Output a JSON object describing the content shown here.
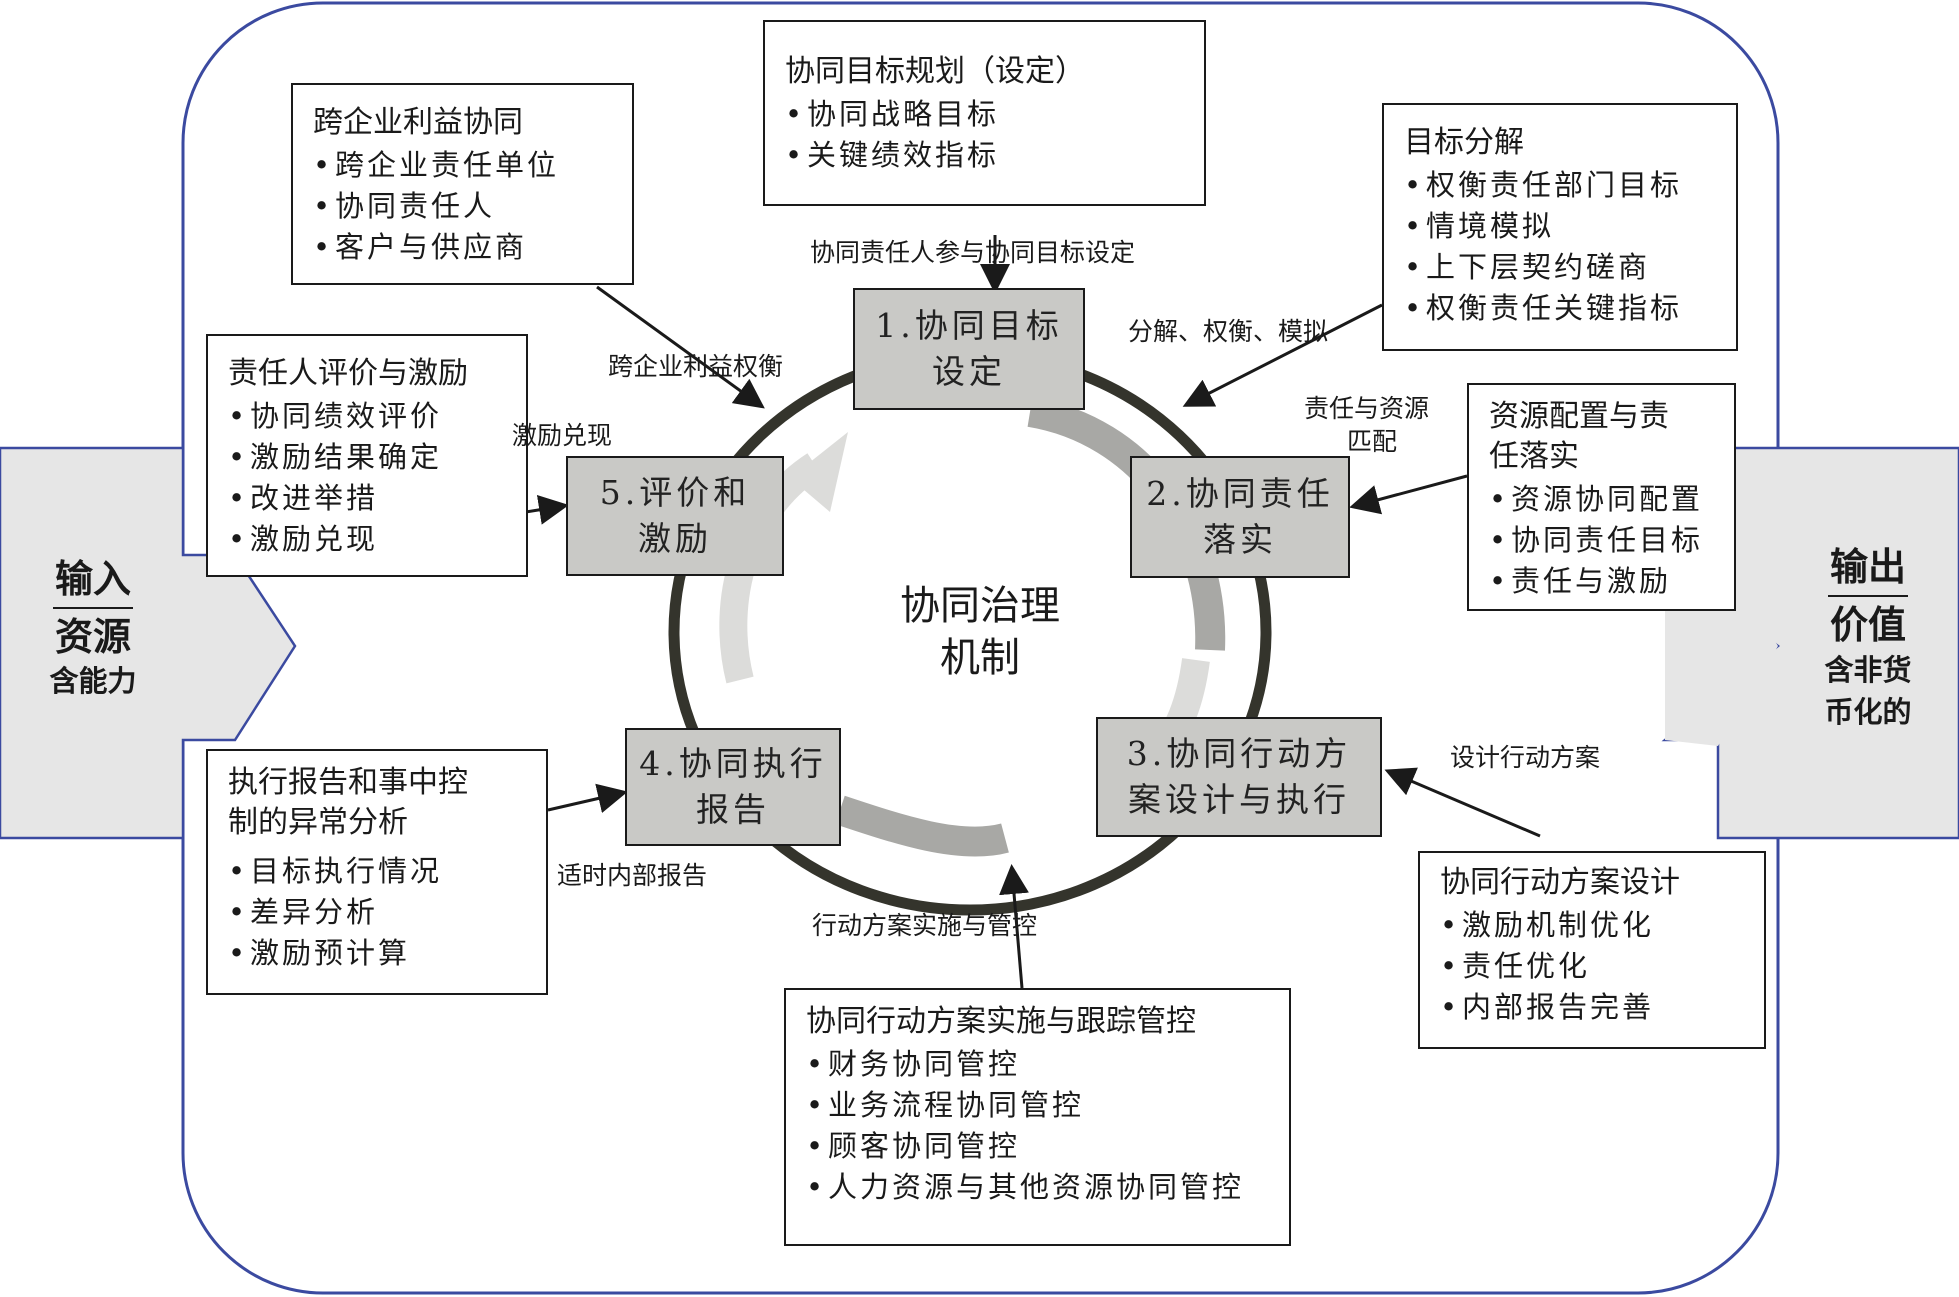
{
  "center": {
    "line1": "协同治理",
    "line2": "机制"
  },
  "input": {
    "line1": "输入",
    "line2": "资源",
    "sub": "含能力"
  },
  "output": {
    "line1": "输出",
    "line2": "价值",
    "sub1": "含非货",
    "sub2": "币化的"
  },
  "steps": [
    {
      "line1": "1.协同目标",
      "line2": "设定"
    },
    {
      "line1": "2.协同责任",
      "line2": "落实"
    },
    {
      "line1": "3.协同行动方",
      "line2": "案设计与执行"
    },
    {
      "line1": "4.协同执行",
      "line2": "报告"
    },
    {
      "line1": "5.评价和",
      "line2": "激励"
    }
  ],
  "boxes": {
    "goal_planning": {
      "title": "协同目标规划（设定）",
      "items": [
        "协同战略目标",
        "关键绩效指标"
      ]
    },
    "cross_enterprise": {
      "title": "跨企业利益协同",
      "items": [
        "跨企业责任单位",
        "协同责任人",
        "客户与供应商"
      ]
    },
    "goal_decomposition": {
      "title": "目标分解",
      "items": [
        "权衡责任部门目标",
        "情境模拟",
        "上下层契约磋商",
        "权衡责任关键指标"
      ]
    },
    "evaluation_incentive": {
      "title": "责任人评价与激励",
      "items": [
        "协同绩效评价",
        "激励结果确定",
        "改进举措",
        "激励兑现"
      ]
    },
    "resource_allocation": {
      "title_line1": "资源配置与责",
      "title_line2": "任落实",
      "items": [
        "资源协同配置",
        "协同责任目标",
        "责任与激励"
      ]
    },
    "execution_report": {
      "title_line1": "执行报告和事中控",
      "title_line2": "制的异常分析",
      "items": [
        "目标执行情况",
        "差异分析",
        "激励预计算"
      ]
    },
    "action_design": {
      "title": "协同行动方案设计",
      "items": [
        "激励机制优化",
        "责任优化",
        "内部报告完善"
      ]
    },
    "action_implementation": {
      "title": "协同行动方案实施与跟踪管控",
      "items": [
        "财务协同管控",
        "业务流程协同管控",
        "顾客协同管控",
        "人力资源与其他资源协同管控"
      ]
    }
  },
  "labels": {
    "participate": "协同责任人参与协同目标设定",
    "decompose": "分解、权衡、模拟",
    "cross_balance": "跨企业利益权衡",
    "incentive_cash": "激励兑现",
    "match_line1": "责任与资源",
    "match_line2": "匹配",
    "design_plan": "设计行动方案",
    "timely_report": "适时内部报告",
    "implement_control": "行动方案实施与管控"
  },
  "colors": {
    "ink": "#1a1a1a",
    "step_fill": "#c9c9c6",
    "side_arrow_fill": "#e6e6e6",
    "side_arrow_stroke": "#3b4aa0",
    "ring": "#34342c",
    "inner_arrow_dark": "#a8a8a5",
    "inner_arrow_light": "#dcdcda"
  }
}
